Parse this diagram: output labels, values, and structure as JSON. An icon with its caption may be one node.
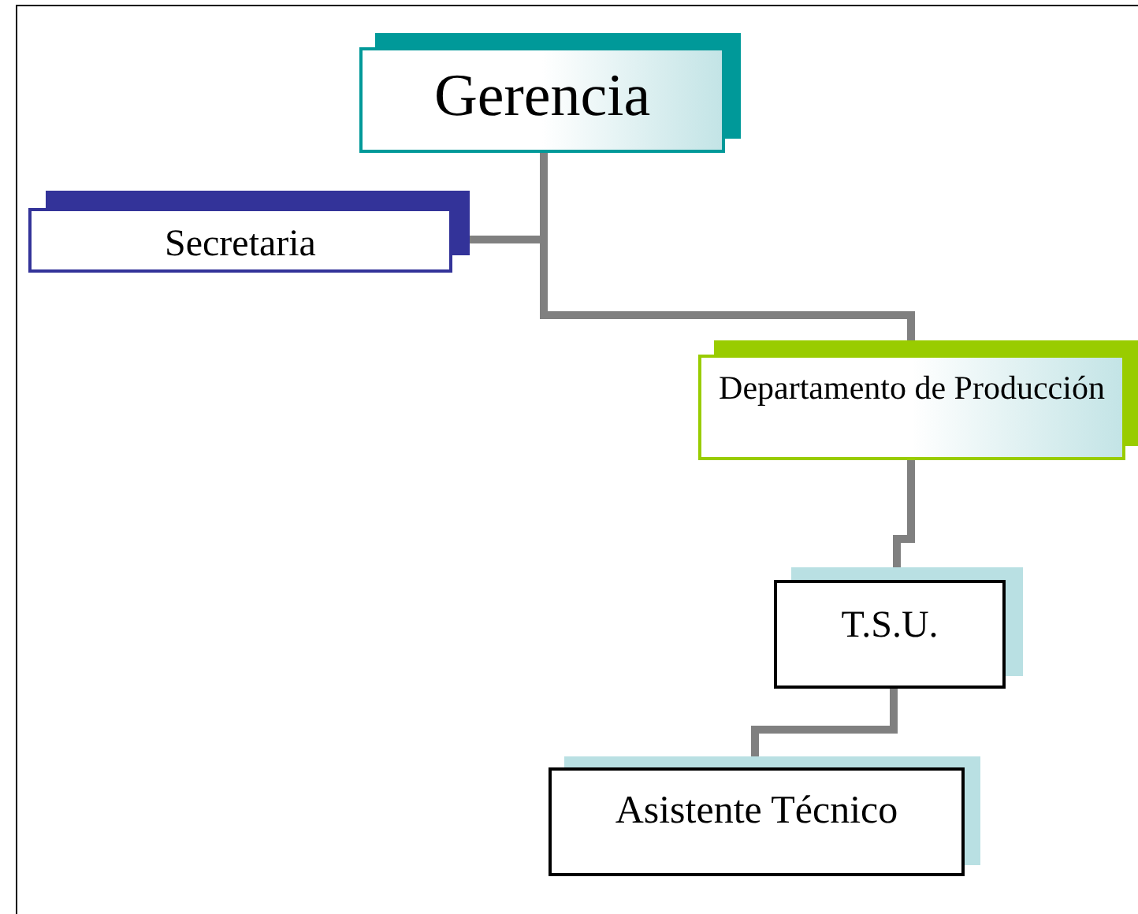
{
  "diagram": {
    "nodes": [
      {
        "text": [
          "Gerencia"
        ]
      },
      {
        "text": [
          "Secretaria"
        ]
      },
      {
        "text": [
          "Departamento de Producción"
        ]
      },
      {
        "text": [
          "T.S.U."
        ]
      },
      {
        "text": [
          "Asistente Técnico"
        ]
      }
    ],
    "edges": [
      {
        "from": 0,
        "to": 1,
        "arrow": "none"
      },
      {
        "from": 0,
        "to": 2,
        "arrow": "none"
      },
      {
        "from": 2,
        "to": 3,
        "arrow": "none"
      },
      {
        "from": 3,
        "to": 4,
        "arrow": "none"
      }
    ]
  }
}
